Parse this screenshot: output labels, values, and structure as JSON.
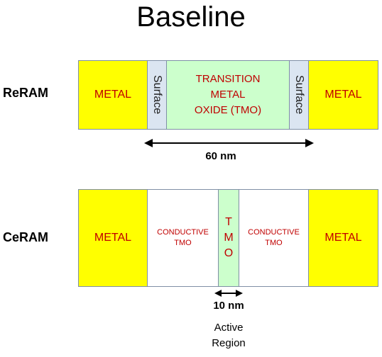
{
  "title": "Baseline",
  "reram": {
    "label": "ReRAM",
    "metal_left": "METAL",
    "surface_left": "Surface",
    "tmo_line1": "TRANSITION",
    "tmo_line2": "METAL",
    "tmo_line3": "OXIDE (TMO)",
    "surface_right": "Surface",
    "metal_right": "METAL",
    "dimension": "60 nm"
  },
  "ceram": {
    "label": "CeRAM",
    "metal_left": "METAL",
    "conductive_left_1": "CONDUCTIVE",
    "conductive_left_2": "TMO",
    "tmo_1": "T",
    "tmo_2": "M",
    "tmo_3": "O",
    "conductive_right_1": "CONDUCTIVE",
    "conductive_right_2": "TMO",
    "metal_right": "METAL",
    "dimension": "10 nm",
    "active_1": "Active",
    "active_2": "Region"
  },
  "colors": {
    "metal": "#ffff00",
    "surface": "#dbe5f1",
    "tmo": "#ccffcc",
    "label_text": "#c00000",
    "border": "#7f8fa6"
  }
}
